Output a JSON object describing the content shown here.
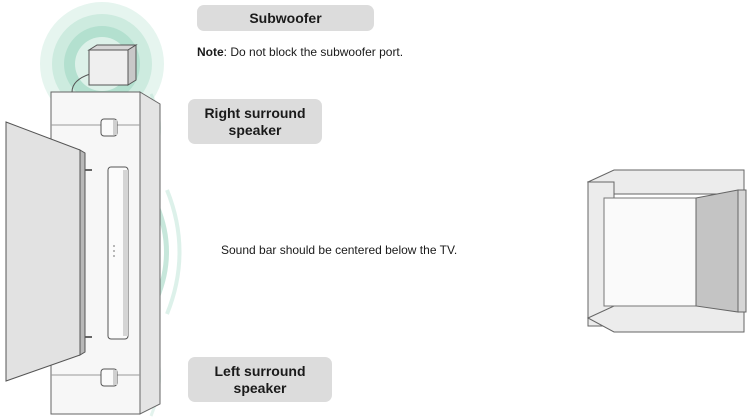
{
  "labels": {
    "subwoofer": "Subwoofer",
    "right_surround": "Right surround speaker",
    "left_surround": "Left surround speaker"
  },
  "note": {
    "prefix": "Note",
    "text": ": Do not block the subwoofer port."
  },
  "soundbar_text": "Sound bar should be centered below the TV.",
  "colors": {
    "sound_wave": "#7ec8b0",
    "label_background": "#dcdcdc",
    "outline": "#555555"
  }
}
